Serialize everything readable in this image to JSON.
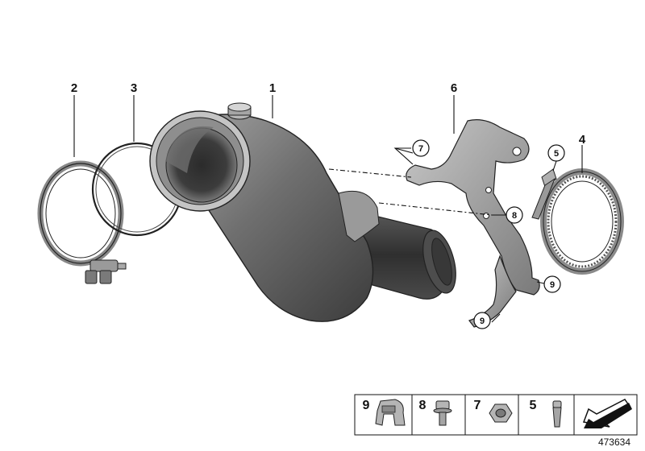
{
  "callouts": [
    {
      "id": "2",
      "label": "2"
    },
    {
      "id": "3",
      "label": "3"
    },
    {
      "id": "1",
      "label": "1"
    },
    {
      "id": "6",
      "label": "6"
    },
    {
      "id": "4",
      "label": "4"
    },
    {
      "id": "7",
      "label": "7"
    },
    {
      "id": "5",
      "label": "5"
    },
    {
      "id": "8",
      "label": "8"
    },
    {
      "id": "9a",
      "label": "9"
    },
    {
      "id": "9b",
      "label": "9"
    }
  ],
  "legend": [
    {
      "number": "9",
      "part": "clip"
    },
    {
      "number": "8",
      "part": "bolt"
    },
    {
      "number": "7",
      "part": "nut"
    },
    {
      "number": "5",
      "part": "stud"
    }
  ],
  "document_number": "473634",
  "colors": {
    "part_dark": "#4a4a4a",
    "part_mid": "#7d7d7d",
    "part_light": "#b8b8b8",
    "line": "#111111"
  },
  "icons": [
    "direction-arrow-icon"
  ]
}
